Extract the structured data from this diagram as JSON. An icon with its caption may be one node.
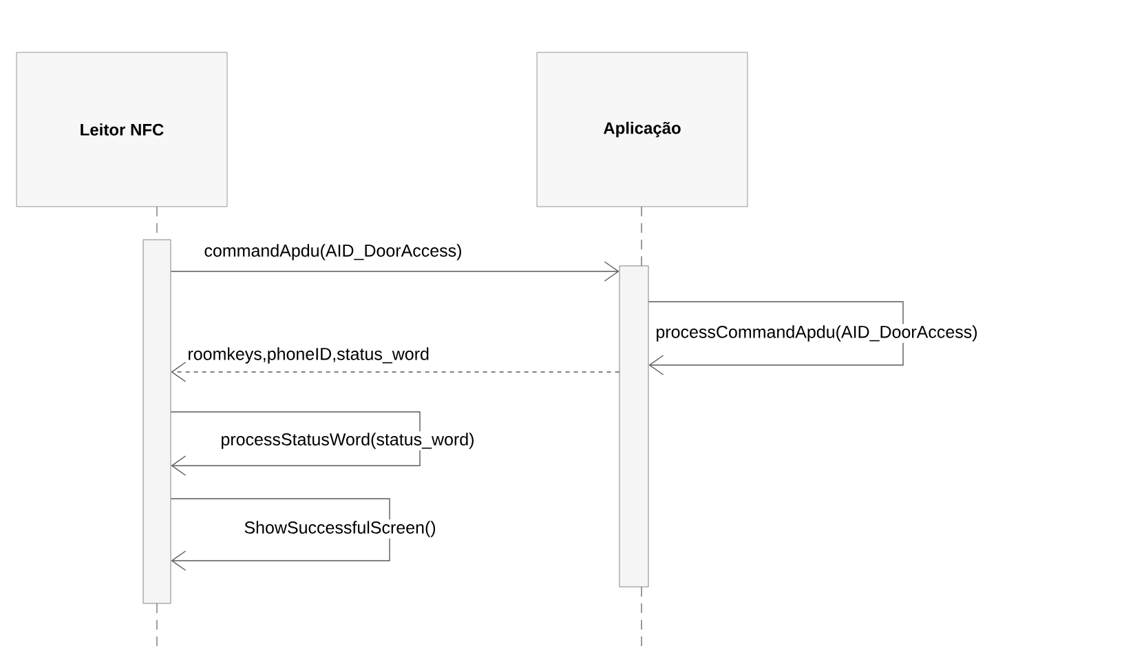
{
  "diagram": {
    "nodes": [
      {
        "text": [
          "Leitor NFC"
        ]
      },
      {
        "text": [
          "Aplicação"
        ]
      },
      {
        "text": [],
        "shape": "bar"
      },
      {
        "text": [],
        "shape": "bar"
      }
    ],
    "edges": [
      {
        "from": 2,
        "to": 3,
        "arrow": "to",
        "label": "commandApdu(AID_DoorAccess)"
      },
      {
        "from": 3,
        "to": 3,
        "arrow": "to",
        "label": "processCommandApdu(AID_DoorAccess)"
      },
      {
        "from": 3,
        "to": 2,
        "arrow": "to",
        "style": "dashed",
        "label": "roomkeys,phoneID,status_word"
      },
      {
        "from": 2,
        "to": 2,
        "arrow": "to",
        "label": "processStatusWord(status_word)"
      },
      {
        "from": 2,
        "to": 2,
        "arrow": "to",
        "label": "ShowSuccessfulScreen()"
      }
    ]
  }
}
